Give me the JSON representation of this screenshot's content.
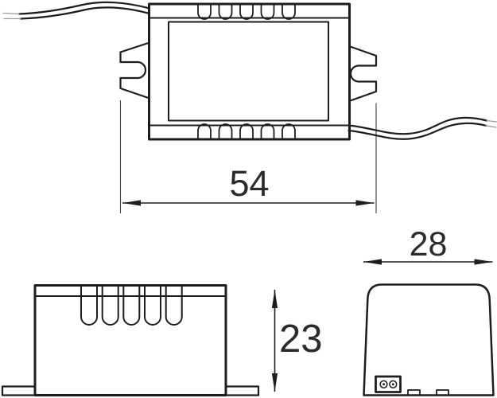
{
  "colors": {
    "background": "#ffffff",
    "line": "#1d1d1d",
    "wire_tip": "#9a9a9a",
    "text": "#2b2b2b"
  },
  "dimensions": {
    "overall_width": "54",
    "height": "23",
    "depth": "28"
  }
}
